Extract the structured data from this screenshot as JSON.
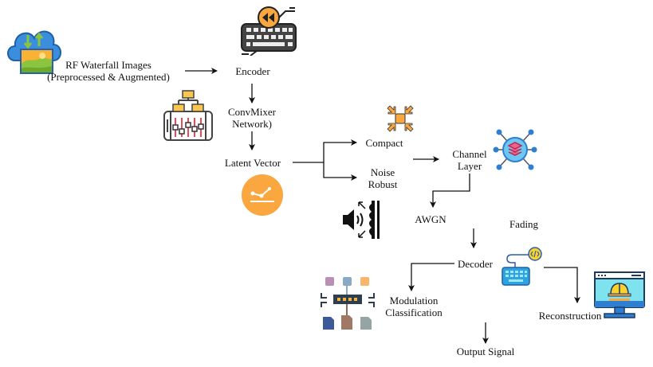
{
  "diagram": {
    "nodes": {
      "input": {
        "line1": "RF Waterfall Images",
        "line2": "(Preprocessed & Augmented)",
        "icon": "cloud-image-sync-icon"
      },
      "encoder": {
        "label": "Encoder",
        "icon": "keyboard-rewind-icon"
      },
      "convmixer": {
        "line1": "ConvMixer",
        "line2": "Network)",
        "icon": "network-equalizer-icon"
      },
      "latent": {
        "label": "Latent Vector",
        "icon": "line-chart-circle-icon"
      },
      "compact": {
        "label": "Compact",
        "icon": "compress-arrows-icon"
      },
      "noise_robust": {
        "line1": "Noise",
        "line2": "Robust",
        "icon": "speaker-sound-barrier-icon"
      },
      "channel": {
        "line1": "Channel",
        "line2": "Layer",
        "icon": "layers-network-icon"
      },
      "awgn": {
        "label": "AWGN"
      },
      "fading": {
        "label": "Fading"
      },
      "decoder": {
        "label": "Decoder",
        "icon": "code-keyboard-icon"
      },
      "modulation": {
        "line1": "Modulation",
        "line2": "Classification",
        "icon": "classification-hierarchy-icon"
      },
      "reconstruction": {
        "label": "Reconstruction",
        "icon": "monitor-helmet-icon"
      },
      "output": {
        "label": "Output Signal"
      }
    },
    "colors": {
      "orange": "#F9A73E",
      "blue": "#2E7FD1",
      "dark": "#333333",
      "red": "#E84C5B",
      "cyan": "#7FE3EF",
      "pink": "#F1648A"
    }
  }
}
